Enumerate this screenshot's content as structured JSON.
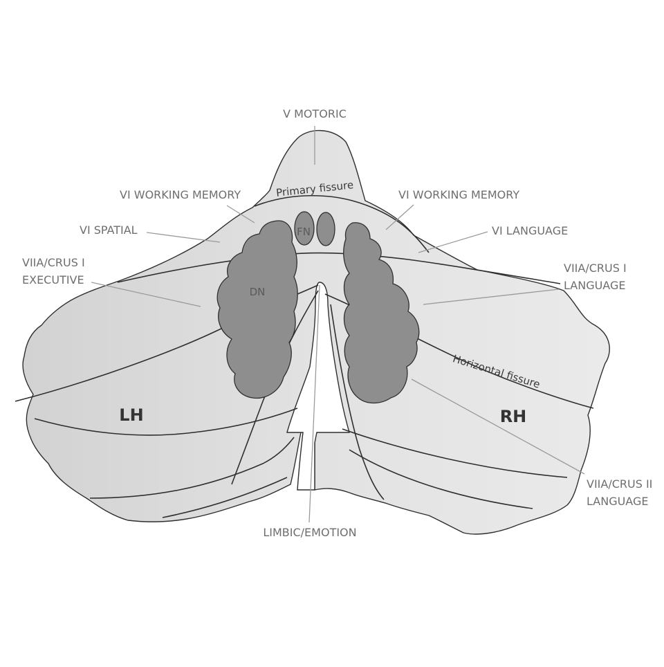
{
  "labels": {
    "v_motoric": "V MOTORIC",
    "vi_working_memory_left": "VI WORKING MEMORY",
    "vi_working_memory_right": "VI WORKING MEMORY",
    "vi_spatial": "VI SPATIAL",
    "vi_language": "VI LANGUAGE",
    "viia_crus1_executive_line1": "VIIA/CRUS I",
    "viia_crus1_executive_line2": "EXECUTIVE",
    "viia_crus1_language_line1": "VIIA/CRUS I",
    "viia_crus1_language_line2": "LANGUAGE",
    "viia_crus2_language_line1": "VIIA/CRUS II",
    "viia_crus2_language_line2": "LANGUAGE",
    "limbic_emotion": "LIMBIC/EMOTION"
  },
  "structures": {
    "fn": "FN",
    "dn": "DN",
    "left_hemisphere": "LH",
    "right_hemisphere": "RH",
    "primary_fissure": "Primary fissure",
    "horizontal_fissure": "Horizontal fissure"
  },
  "colors": {
    "tissue": "#e0e0e0",
    "nuclei": "#8e8e8e"
  }
}
